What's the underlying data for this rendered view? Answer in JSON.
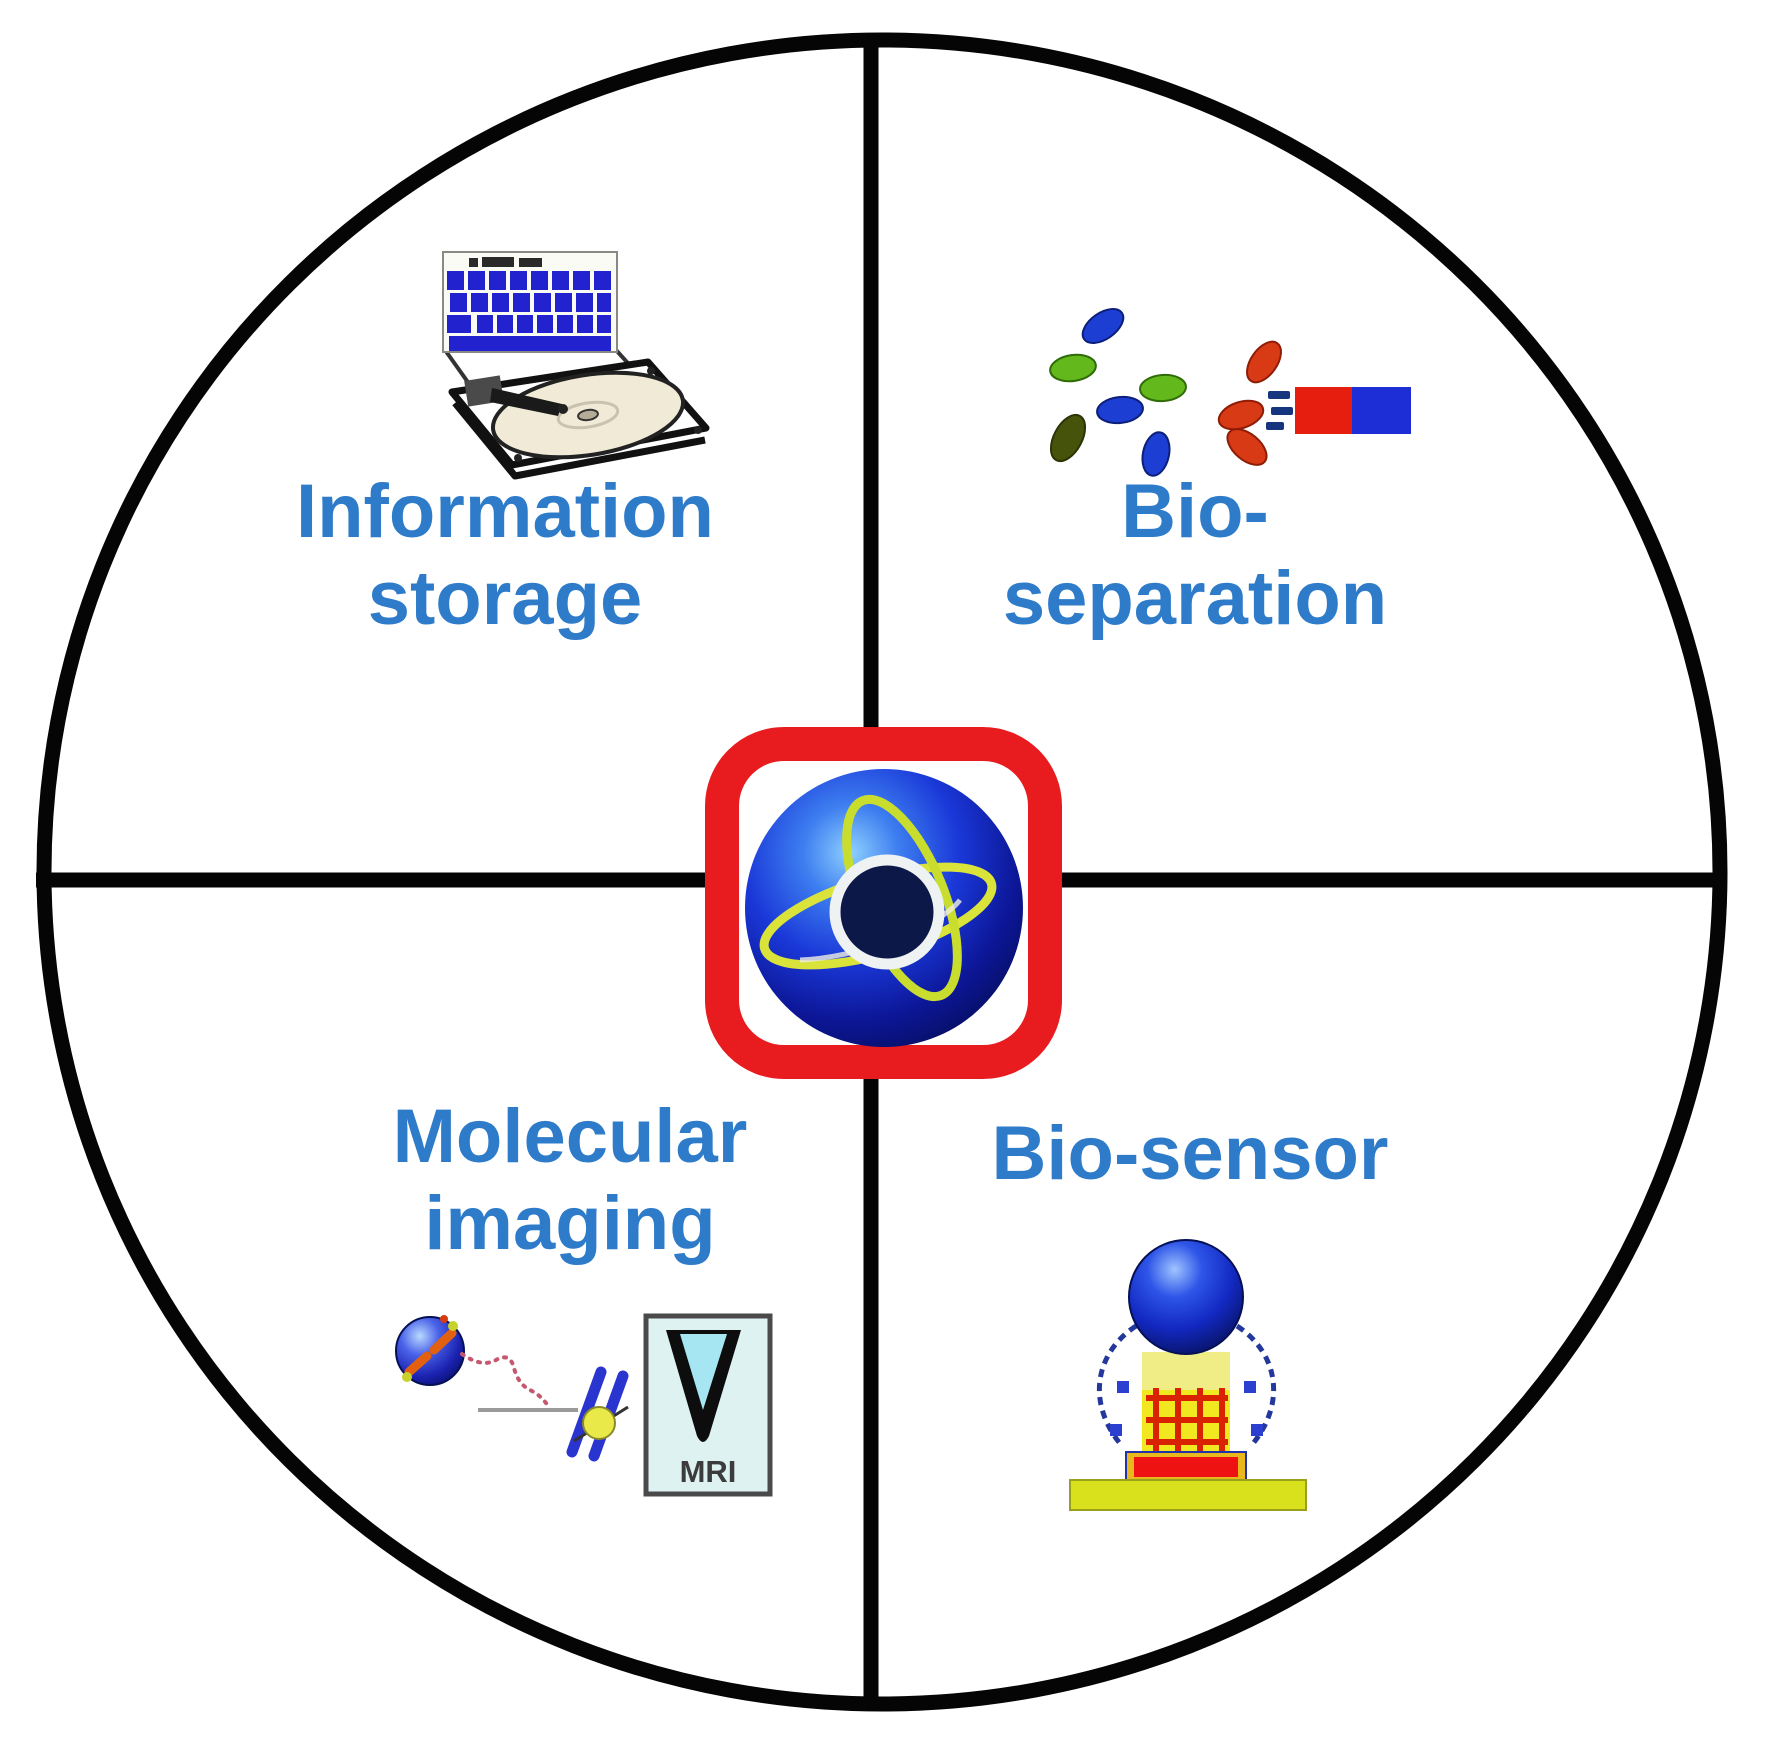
{
  "quadrants": {
    "top_left": {
      "line1": "Information",
      "line2": "storage"
    },
    "top_right": {
      "line1": "Bio-",
      "line2": "separation"
    },
    "bottom_left": {
      "line1": "Molecular",
      "line2": "imaging"
    },
    "bottom_right": {
      "line1": "Bio-sensor"
    }
  },
  "icons": {
    "center": "nanoparticle-atom-logo",
    "top_left": "laptop-harddrive-icon",
    "top_right": "magnetic-separation-icon",
    "bottom_left": "nanoparticle-mri-icon",
    "bottom_right": "biosensor-device-icon",
    "mri_label": "MRI"
  },
  "colors": {
    "label_text": "#2e7cc9",
    "outline_black": "#050505",
    "frame_red": "#e81b1f",
    "magnet_red": "#e61e10",
    "magnet_blue": "#1e2ed6",
    "particle_blue": "#1c3ed2",
    "particle_green": "#63b81c",
    "particle_olive": "#46530b",
    "particle_red": "#d83a16",
    "orbit_yellow": "#d9e33a",
    "sensor_yellow": "#f2e81f",
    "sensor_base_yellow": "#d9e01c",
    "sensor_bar_red": "#ee1212",
    "mri_box_bg": "#def2f2"
  }
}
